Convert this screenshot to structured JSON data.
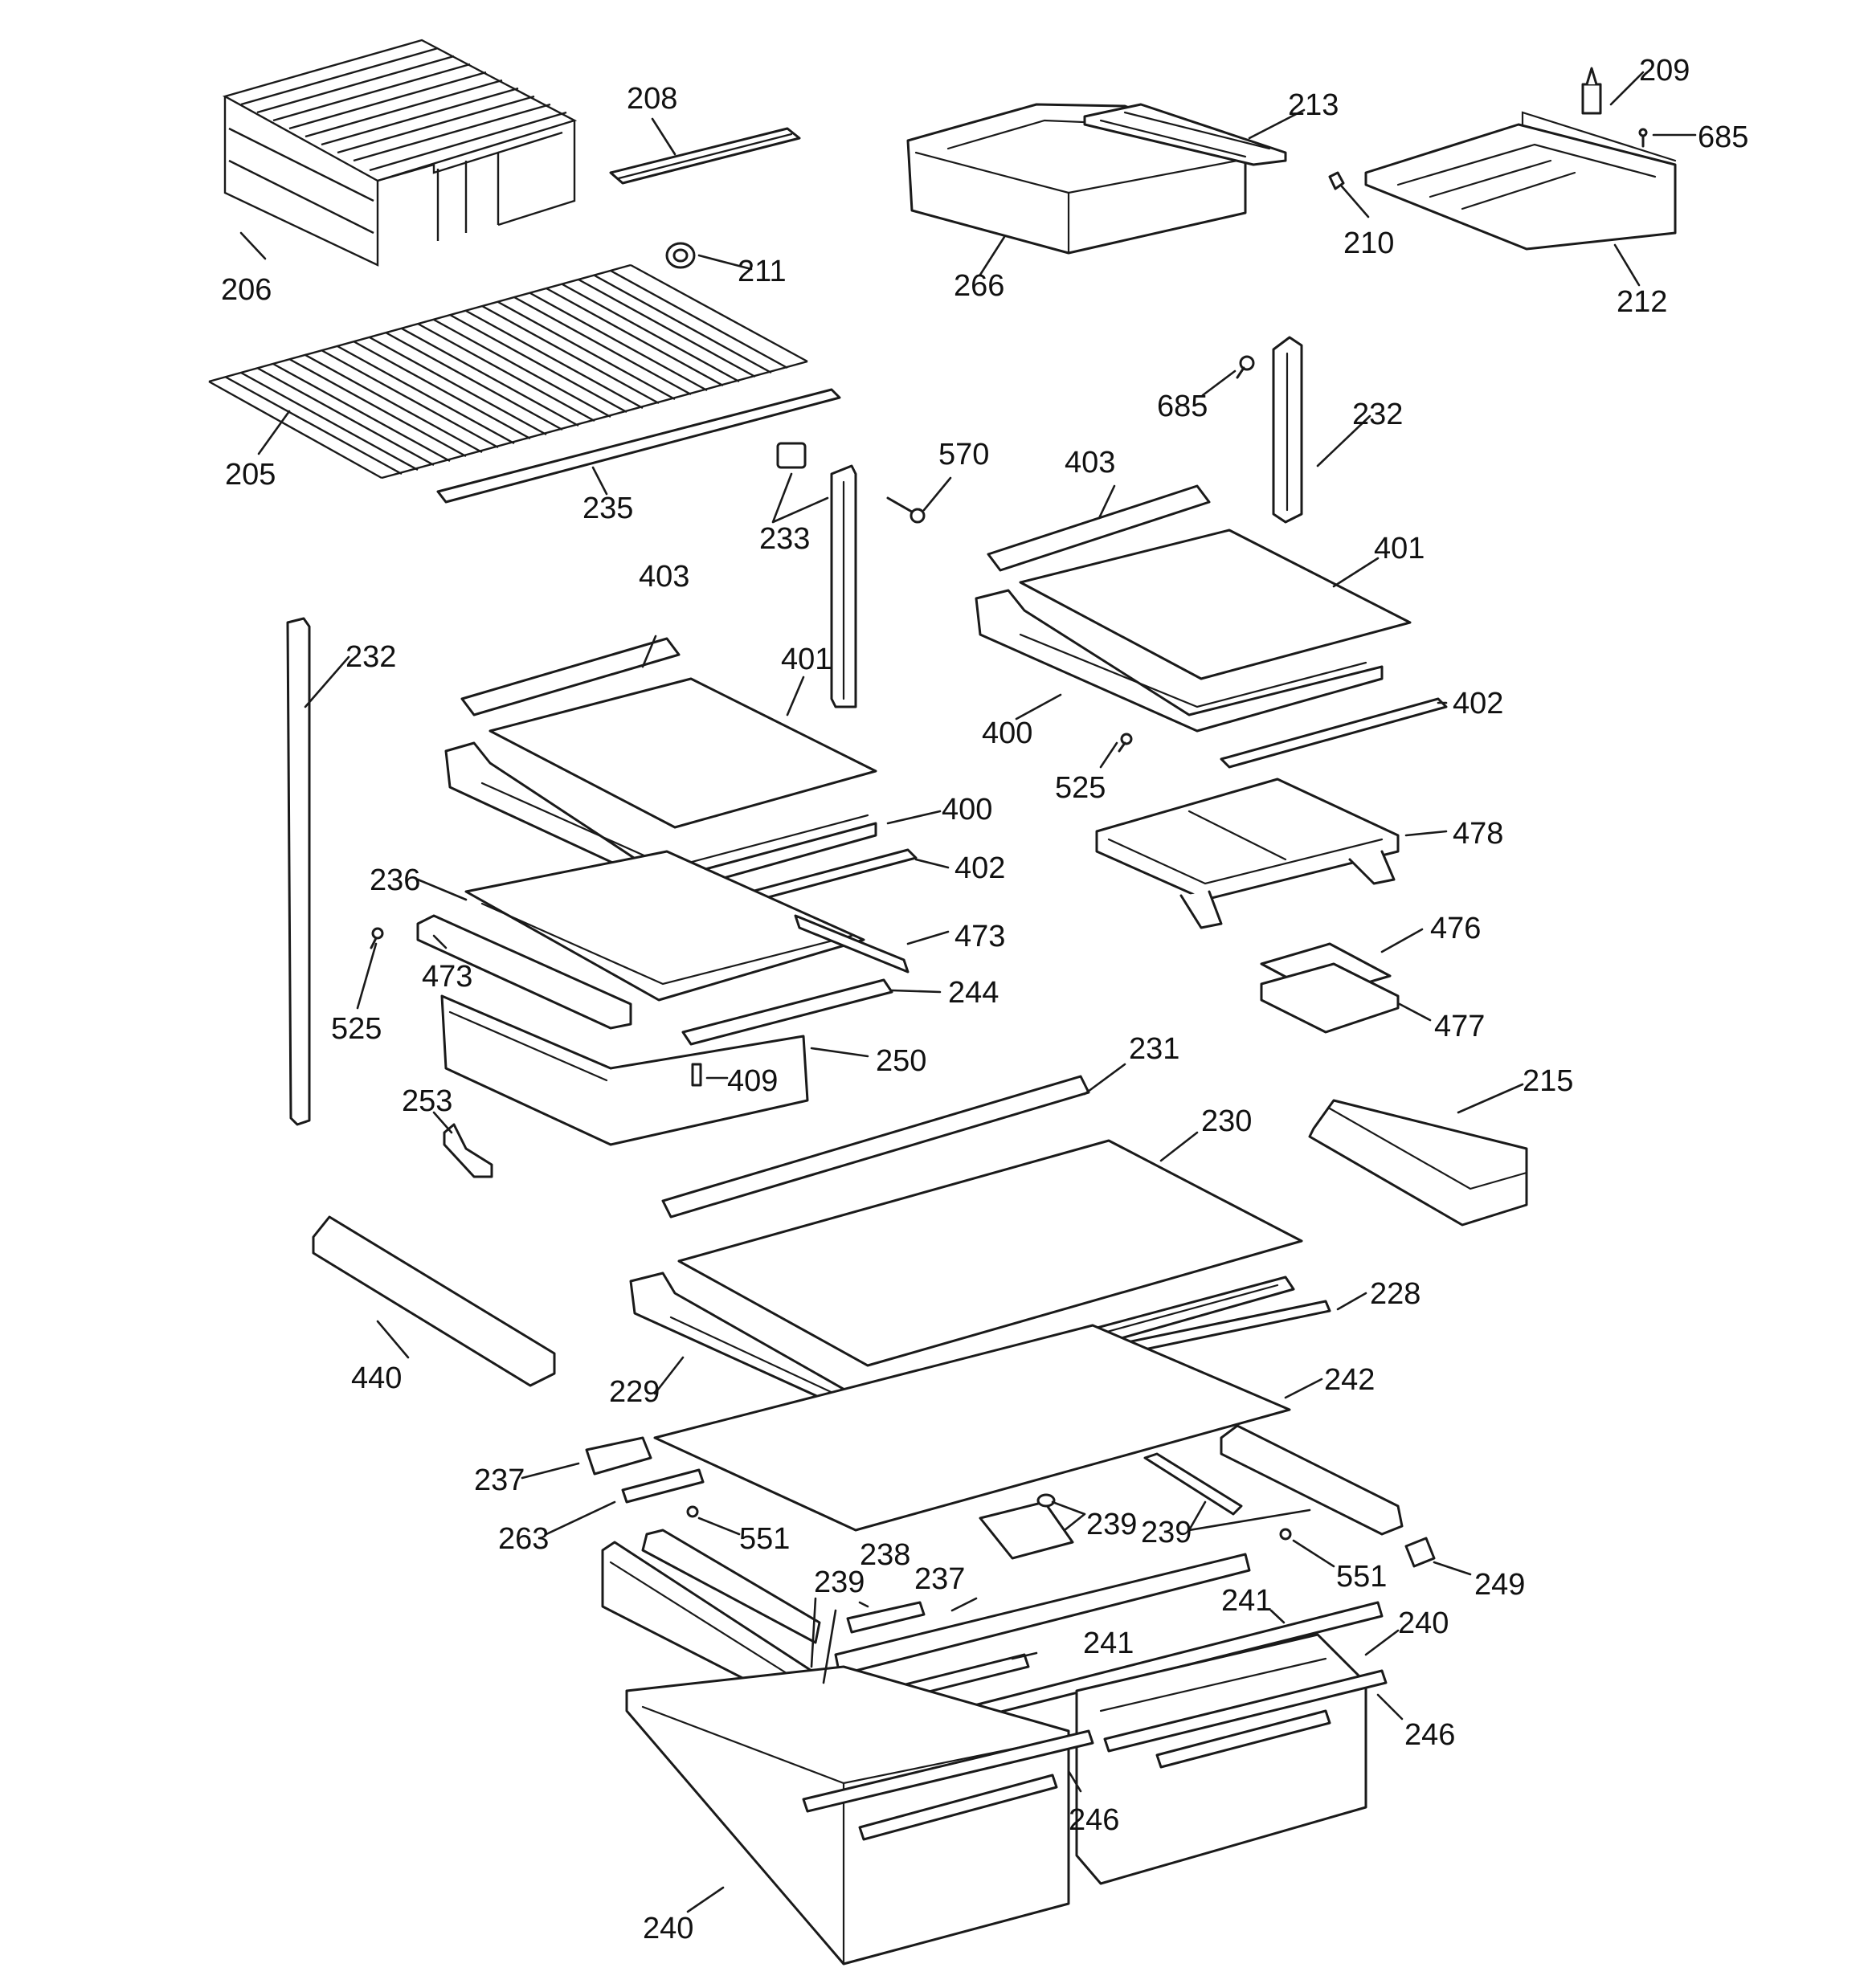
{
  "diagram": {
    "type": "exploded-parts-view",
    "callouts": [
      {
        "id": "c206a",
        "label": "206"
      },
      {
        "id": "c208",
        "label": "208"
      },
      {
        "id": "c211",
        "label": "211"
      },
      {
        "id": "c205",
        "label": "205"
      },
      {
        "id": "c235",
        "label": "235"
      },
      {
        "id": "c266",
        "label": "266"
      },
      {
        "id": "c213",
        "label": "213"
      },
      {
        "id": "c209",
        "label": "209"
      },
      {
        "id": "c685a",
        "label": "685"
      },
      {
        "id": "c210",
        "label": "210"
      },
      {
        "id": "c212",
        "label": "212"
      },
      {
        "id": "c685b",
        "label": "685"
      },
      {
        "id": "c232a",
        "label": "232"
      },
      {
        "id": "c233",
        "label": "233"
      },
      {
        "id": "c570",
        "label": "570"
      },
      {
        "id": "c403a",
        "label": "403"
      },
      {
        "id": "c401a",
        "label": "401"
      },
      {
        "id": "c400a",
        "label": "400"
      },
      {
        "id": "c402a",
        "label": "402"
      },
      {
        "id": "c525a",
        "label": "525"
      },
      {
        "id": "c478",
        "label": "478"
      },
      {
        "id": "c476",
        "label": "476"
      },
      {
        "id": "c477",
        "label": "477"
      },
      {
        "id": "c232b",
        "label": "232"
      },
      {
        "id": "c403b",
        "label": "403"
      },
      {
        "id": "c401b",
        "label": "401"
      },
      {
        "id": "c400b",
        "label": "400"
      },
      {
        "id": "c402b",
        "label": "402"
      },
      {
        "id": "c236",
        "label": "236"
      },
      {
        "id": "c473a",
        "label": "473"
      },
      {
        "id": "c473b",
        "label": "473"
      },
      {
        "id": "c525b",
        "label": "525"
      },
      {
        "id": "c244",
        "label": "244"
      },
      {
        "id": "c250",
        "label": "250"
      },
      {
        "id": "c409",
        "label": "409"
      },
      {
        "id": "c253",
        "label": "253"
      },
      {
        "id": "c231",
        "label": "231"
      },
      {
        "id": "c230",
        "label": "230"
      },
      {
        "id": "c215",
        "label": "215"
      },
      {
        "id": "c440",
        "label": "440"
      },
      {
        "id": "c228",
        "label": "228"
      },
      {
        "id": "c229",
        "label": "229"
      },
      {
        "id": "c242",
        "label": "242"
      },
      {
        "id": "c237a",
        "label": "237"
      },
      {
        "id": "c263",
        "label": "263"
      },
      {
        "id": "c551a",
        "label": "551"
      },
      {
        "id": "c239a",
        "label": "239"
      },
      {
        "id": "c239b",
        "label": "239"
      },
      {
        "id": "c551b",
        "label": "551"
      },
      {
        "id": "c249",
        "label": "249"
      },
      {
        "id": "c239c",
        "label": "239"
      },
      {
        "id": "c238",
        "label": "238"
      },
      {
        "id": "c237b",
        "label": "237"
      },
      {
        "id": "c241a",
        "label": "241"
      },
      {
        "id": "c241b",
        "label": "241"
      },
      {
        "id": "c240a",
        "label": "240"
      },
      {
        "id": "c246a",
        "label": "246"
      },
      {
        "id": "c246b",
        "label": "246"
      },
      {
        "id": "c240b",
        "label": "240"
      }
    ]
  }
}
